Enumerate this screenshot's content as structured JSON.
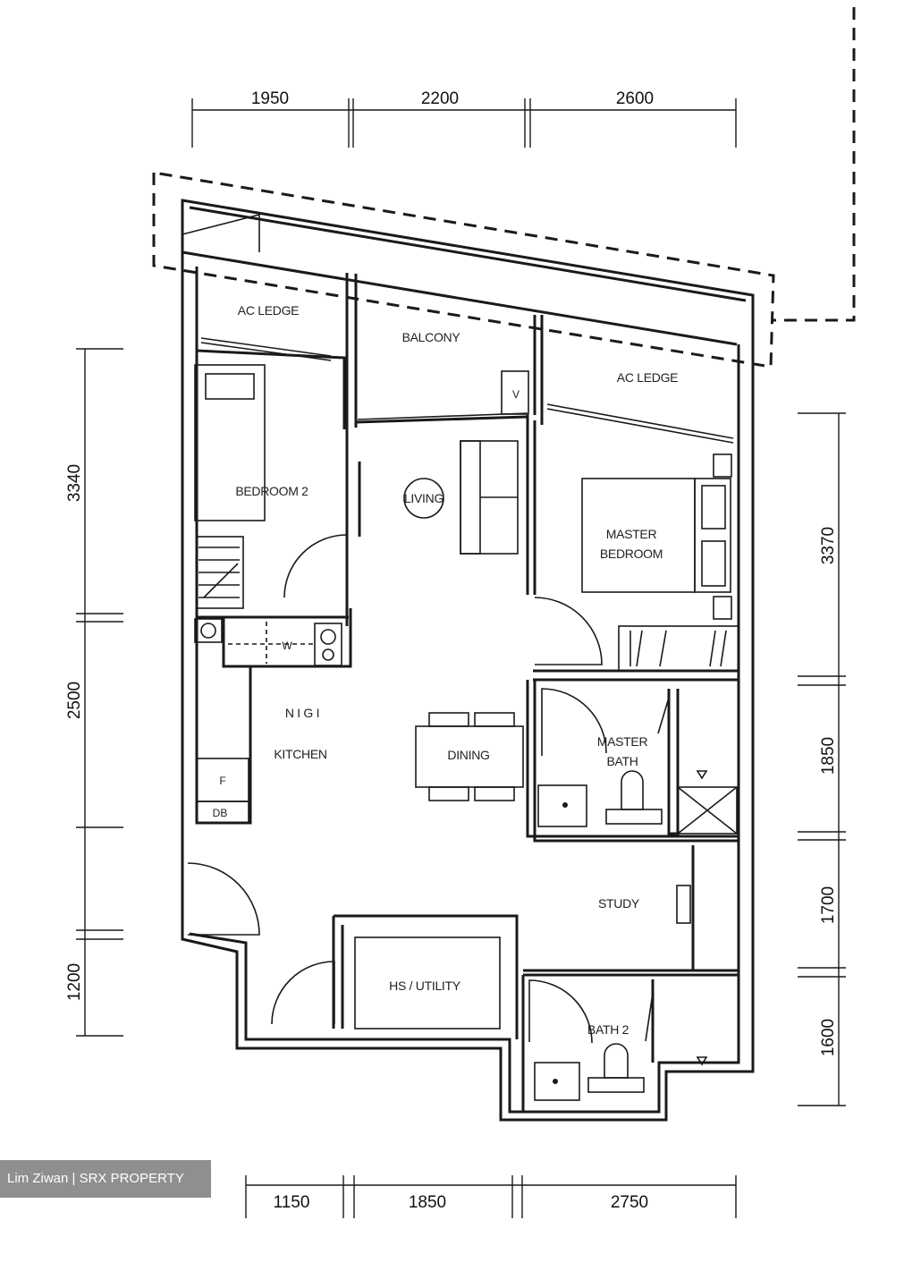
{
  "rooms": {
    "ac_ledge_left": "AC LEDGE",
    "balcony": "BALCONY",
    "ac_ledge_right": "AC LEDGE",
    "bedroom2": "BEDROOM 2",
    "living": "LIVING",
    "master_bedroom_line1": "MASTER",
    "master_bedroom_line2": "BEDROOM",
    "kitchen_code": "N I G I",
    "kitchen": "KITCHEN",
    "dining": "DINING",
    "master_bath_line1": "MASTER",
    "master_bath_line2": "BATH",
    "study": "STUDY",
    "hs_utility": "HS / UTILITY",
    "bath2": "BATH 2"
  },
  "fixtures": {
    "washer": "W",
    "fridge": "F",
    "distribution_board": "DB",
    "vent": "V"
  },
  "dimensions": {
    "top": [
      "1950",
      "2200",
      "2600"
    ],
    "bottom": [
      "1150",
      "1850",
      "2750"
    ],
    "left": [
      "3340",
      "2500",
      "1200"
    ],
    "right": [
      "3370",
      "1850",
      "1700",
      "1600"
    ]
  },
  "watermark": "Lim Ziwan | SRX PROPERTY"
}
